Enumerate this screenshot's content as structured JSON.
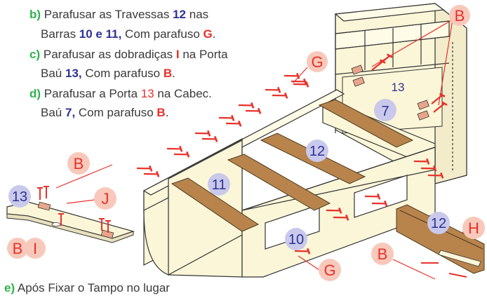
{
  "colors": {
    "green": "#2db34a",
    "navy": "#2e3192",
    "red": "#e8312b",
    "wood": "#b8844c",
    "panel": "#fbf6d8",
    "callout_pink": "#f8c9bb",
    "callout_lav": "#c9c9ec"
  },
  "steps": {
    "b": {
      "letter": "b)",
      "t1": "Parafusar as Travessas ",
      "n1": "12",
      "t2": " nas",
      "t3": "Barras ",
      "n2": "10 e 11,",
      "t4": " Com parafuso ",
      "r1": "G",
      "t5": "."
    },
    "c": {
      "letter": "c)",
      "t1": "Parafusar as dobradiças ",
      "r1": "I",
      "t2": " na Porta",
      "t3": "Baú ",
      "n1": "13,",
      "t4": " Com parafuso ",
      "r2": "B",
      "t5": "."
    },
    "d": {
      "letter": "d)",
      "t1": "Parafusar a Porta ",
      "r1": "13",
      "t2": " na Cabec.",
      "t3": "Baú ",
      "n1": "7,",
      "t4": " Com parafuso ",
      "r2": "B",
      "t5": "."
    },
    "e": {
      "letter": "e)",
      "t1": " Após Fixar o Tampo no lugar"
    }
  },
  "callouts": {
    "b_top": "B",
    "g_top": "G",
    "n13_head": "13",
    "n7": "7",
    "n12_mid": "12",
    "n11": "11",
    "n10": "10",
    "g_bottom": "G",
    "b_left": "B",
    "n13_left": "13",
    "j": "J",
    "b_lower_left": "B",
    "i": "I",
    "n12_right": "12",
    "h": "H",
    "b_right": "B"
  },
  "icons": [
    "screw-icon",
    "hinge-icon",
    "arrow-icon"
  ]
}
